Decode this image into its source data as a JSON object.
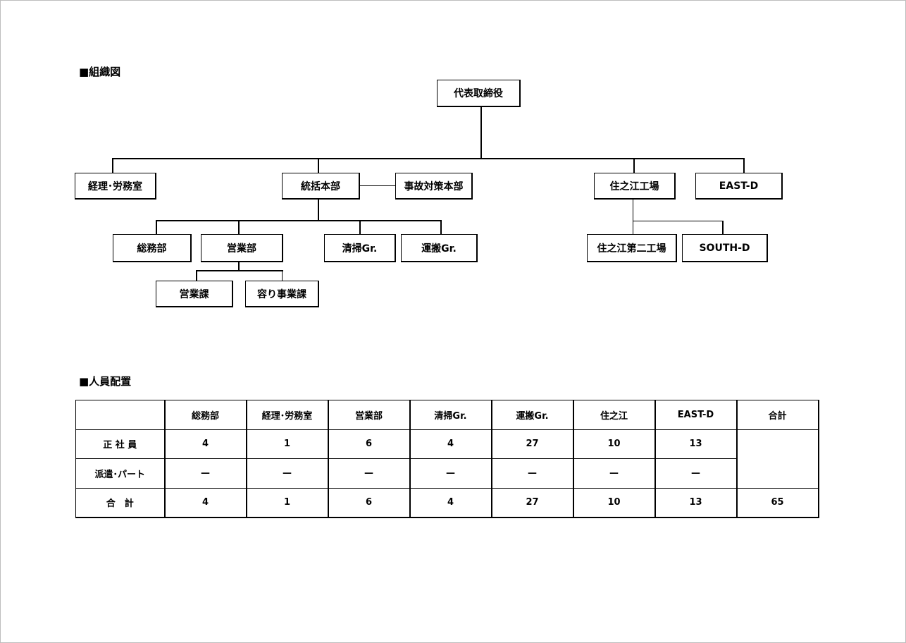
{
  "org_chart": {
    "title": "■組織図",
    "ceo": "代表取締役",
    "keiri": "経理･労務室",
    "tokatsu": "統括本部",
    "jiko": "事故対策本部",
    "suminoe": "住之江工場",
    "eastd": "EAST-D",
    "somu": "総務部",
    "eigyo": "営業部",
    "seiso": "清掃Gr.",
    "unpan": "運搬Gr.",
    "suminoe2": "住之江第二工場",
    "southd": "SOUTH-D",
    "eigyoka": "営業課",
    "yoriji": "容り事業課"
  },
  "staffing": {
    "title": "■人員配置",
    "headers": [
      "",
      "総務部",
      "経理･労務室",
      "営業部",
      "清掃Gr.",
      "運搬Gr.",
      "住之江",
      "EAST-D",
      "合計"
    ],
    "rows": [
      {
        "label": "正 社 員",
        "values": [
          "4",
          "1",
          "6",
          "4",
          "27",
          "10",
          "13"
        ]
      },
      {
        "label": "派遣･パート",
        "values": [
          "—",
          "—",
          "—",
          "—",
          "—",
          "—",
          "—"
        ]
      },
      {
        "label": "合　計",
        "values": [
          "4",
          "1",
          "6",
          "4",
          "27",
          "10",
          "13"
        ],
        "total": "65"
      }
    ]
  }
}
